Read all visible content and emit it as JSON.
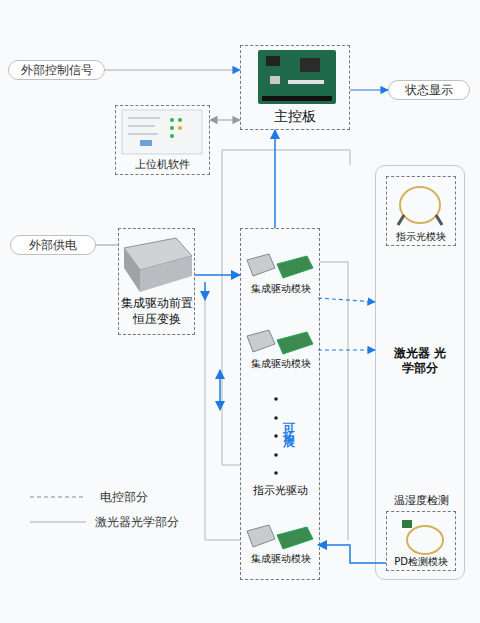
{
  "diagram": {
    "nodes": [
      {
        "text": [
          "外部控制信号"
        ]
      },
      {
        "text": [
          "主控板"
        ]
      },
      {
        "text": [
          "状态显示"
        ]
      },
      {
        "text": [
          "上位机软件"
        ]
      },
      {
        "text": [
          "外部供电"
        ]
      },
      {
        "text": [
          "集成驱动前置 恒压变换"
        ]
      },
      {
        "text": [
          "可拓展",
          "指示光驱动"
        ]
      },
      {
        "text": [
          "集成驱动模块"
        ],
        "in": 6
      },
      {
        "text": [
          "集成驱动模块"
        ],
        "in": 6
      },
      {
        "text": [
          "集成驱动模块"
        ],
        "in": 6
      },
      {
        "text": [
          "激光器 光学部分"
        ]
      },
      {
        "text": [
          "指示光模块"
        ],
        "in": 10
      },
      {
        "text": [
          "温湿度检测",
          "PD检测模块"
        ],
        "in": 10
      }
    ],
    "edges": [
      {
        "from": 0,
        "to": 1,
        "arrow": "to"
      },
      {
        "from": 1,
        "to": 2,
        "arrow": "to"
      },
      {
        "from": 3,
        "to": 1,
        "arrow": "both"
      },
      {
        "from": 4,
        "to": 5,
        "arrow": "none"
      },
      {
        "from": 5,
        "to": 6,
        "arrow": "to"
      },
      {
        "from": 6,
        "to": 1,
        "arrow": "to"
      },
      {
        "from": 7,
        "to": 10,
        "arrow": "to"
      },
      {
        "from": 8,
        "to": 10,
        "arrow": "to"
      },
      {
        "from": 12,
        "to": 9,
        "arrow": "to"
      }
    ],
    "legend": [
      {
        "text": "电控部分"
      },
      {
        "text": "激光器光学部分"
      }
    ]
  }
}
